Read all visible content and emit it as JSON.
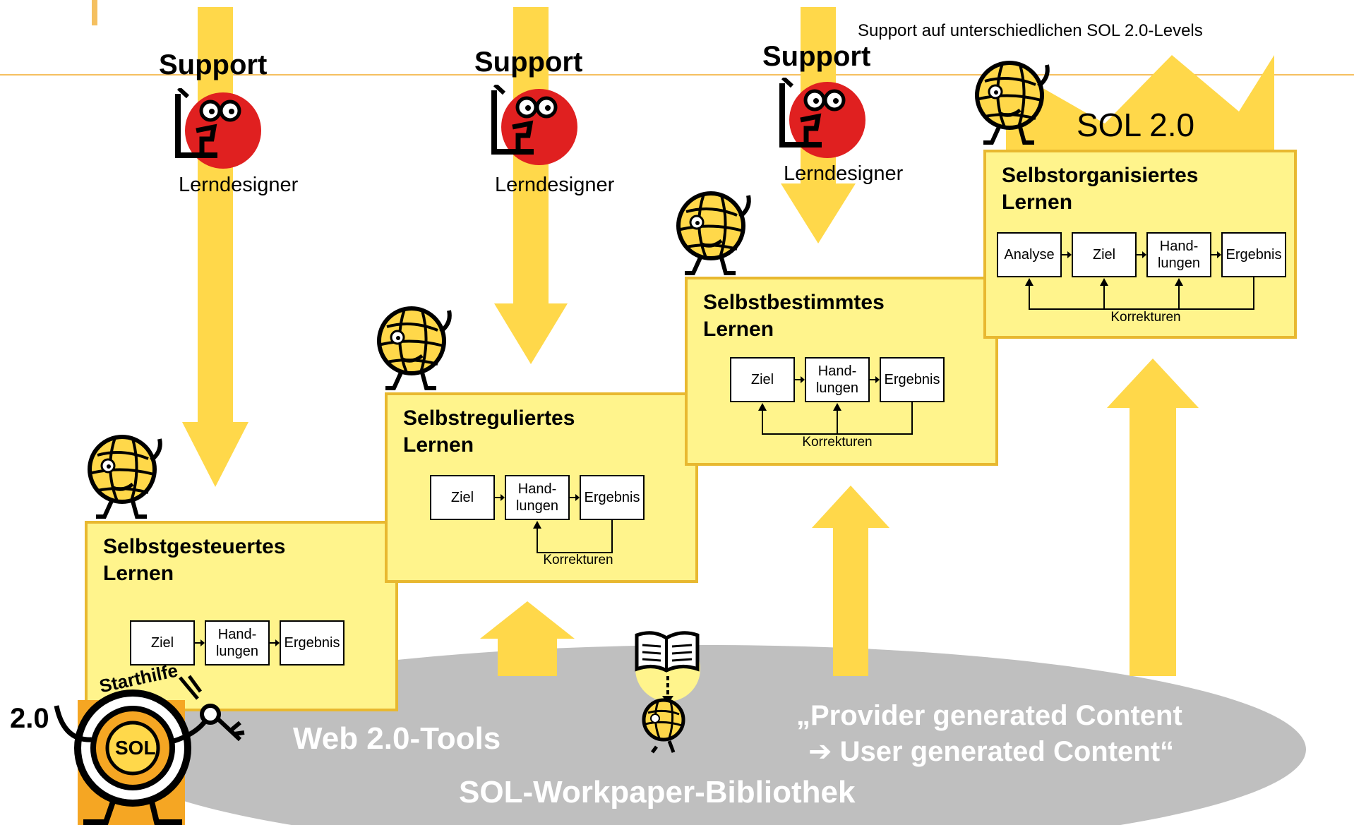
{
  "caption": "Support auf unterschiedlichen SOL 2.0-Levels",
  "sol_label": "SOL 2.0",
  "support": {
    "label": "Support",
    "role": "Lerndesigner"
  },
  "levels": [
    {
      "title_line1": "Selbstgesteuertes",
      "title_line2": "Lernen",
      "steps": [
        "Ziel",
        "Hand-\nlungen",
        "Ergebnis"
      ],
      "korrekturen": ""
    },
    {
      "title_line1": "Selbstreguliertes",
      "title_line2": "Lernen",
      "steps": [
        "Ziel",
        "Hand-\nlungen",
        "Ergebnis"
      ],
      "korrekturen": "Korrekturen"
    },
    {
      "title_line1": "Selbstbestimmtes",
      "title_line2": "Lernen",
      "steps": [
        "Ziel",
        "Hand-\nlungen",
        "Ergebnis"
      ],
      "korrekturen": "Korrekturen"
    },
    {
      "title_line1": "Selbstorganisiertes",
      "title_line2": "Lernen",
      "steps": [
        "Analyse",
        "Ziel",
        "Hand-\nlungen",
        "Ergebnis"
      ],
      "korrekturen": "Korrekturen"
    }
  ],
  "bottom": {
    "web_tools": "Web 2.0-Tools",
    "provider_line1": "„Provider generated Content",
    "provider_line2": "➔ User generated Content“",
    "library": "SOL-Workpaper-Bibliothek"
  },
  "logo": {
    "starthilfe": "Starthilfe",
    "version": "2.0",
    "sol": "SOL"
  },
  "colors": {
    "arrow_yellow": "#ffd84a",
    "box_fill": "#fff48c",
    "box_border": "#e8b830",
    "ellipse_gray": "#bfbfbf",
    "accent_orange": "#f5c060",
    "support_red": "#e02020"
  },
  "icons": [
    "support-person-icon",
    "globe-mascot-icon",
    "book-icon",
    "sol-starthilfe-logo"
  ]
}
